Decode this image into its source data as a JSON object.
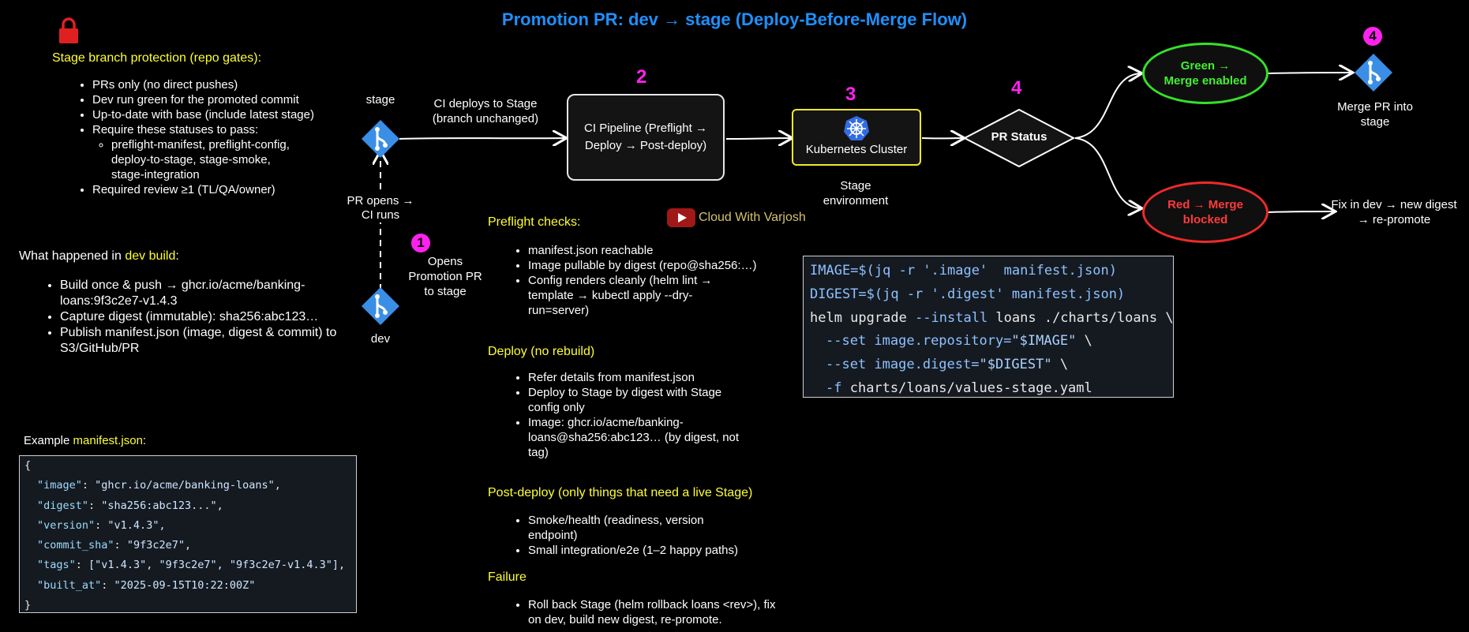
{
  "title": "Promotion PR: dev → stage (Deploy-Before-Merge Flow)",
  "protection": {
    "icon": "lock-icon",
    "heading": "Stage branch protection (repo gates):",
    "items": [
      "PRs only (no direct pushes)",
      "Dev run green for the promoted commit",
      "Up-to-date with base (include latest stage)",
      "Require these statuses to pass:",
      "Required review ≥1 (TL/QA/owner)"
    ],
    "statuses": "preflight-manifest, preflight-config, deploy-to-stage, stage-smoke, stage-integration"
  },
  "dev_build": {
    "heading_prefix": "What happened in ",
    "heading_highlight": "dev build",
    "heading_suffix": ":",
    "items": [
      "Build once & push → ghcr.io/acme/banking-loans:9f3c2e7-v1.4.3",
      "Capture digest (immutable): sha256:abc123…",
      "Publish manifest.json (image, digest & commit) to S3/GitHub/PR"
    ]
  },
  "manifest_example": {
    "label_prefix": "Example ",
    "label_highlight": "manifest.json",
    "label_suffix": ":",
    "open": "{",
    "close": "}",
    "fields": [
      {
        "key": "\"image\"",
        "value": "\"ghcr.io/acme/banking-loans\","
      },
      {
        "key": "\"digest\"",
        "value": "\"sha256:abc123...\","
      },
      {
        "key": "\"version\"",
        "value": "\"v1.4.3\","
      },
      {
        "key": "\"commit_sha\"",
        "value": "\"9f3c2e7\","
      },
      {
        "key": "\"tags\"",
        "value": "[\"v1.4.3\", \"9f3c2e7\", \"9f3c2e7-v1.4.3\"],"
      },
      {
        "key": "\"built_at\"",
        "value": "\"2025-09-15T10:22:00Z\""
      }
    ]
  },
  "flow": {
    "stage_label": "stage",
    "dev_label": "dev",
    "pr_opens": "PR opens → CI runs",
    "step1_num": "1",
    "step1_label": "Opens Promotion PR to stage",
    "ci_deploys": "CI deploys to Stage (branch unchanged)",
    "step2_num": "2",
    "pipeline": "CI Pipeline (Preflight → Deploy → Post-deploy)",
    "step3_num": "3",
    "cluster": "Kubernetes Cluster",
    "cluster_icon": "kubernetes-helm-icon",
    "stage_env": "Stage environment",
    "step4_num": "4",
    "pr_status": "PR Status",
    "green": "Green → Merge enabled",
    "red": "Red → Merge blocked",
    "step4b_num": "4",
    "merge_label": "Merge PR into stage",
    "fix_label": "Fix in dev → new digest → re-promote",
    "watermark": "Cloud With Varjosh",
    "node_icon": "git-merge-icon"
  },
  "preflight": {
    "heading": "Preflight checks:",
    "items": [
      "manifest.json reachable",
      "Image pullable by digest (repo@sha256:…)",
      "Config renders cleanly (helm lint → template → kubectl apply --dry-run=server)"
    ]
  },
  "deploy": {
    "heading": "Deploy (no rebuild)",
    "items": [
      "Refer details from manifest.json",
      "Deploy to Stage by digest with Stage config only",
      "Image: ghcr.io/acme/banking-loans@sha256:abc123… (by digest, not tag)"
    ]
  },
  "postdeploy": {
    "heading": "Post-deploy (only things that need a live Stage)",
    "items": [
      "Smoke/health (readiness, version endpoint)",
      "Small integration/e2e (1–2 happy paths)"
    ]
  },
  "failure": {
    "heading": "Failure",
    "items": [
      "Roll back Stage (helm rollback loans <rev>), fix on dev, build new digest, re-promote."
    ]
  },
  "commands": {
    "l1_var": "IMAGE=$(jq -r '.image'",
    "l1_rest": "  manifest.json)",
    "l2_var": "DIGEST=$(jq -r '.digest'",
    "l2_rest": " manifest.json)",
    "l3_a": "helm upgrade ",
    "l3_flag": "--install",
    "l3_b": " loans ./charts/loans \\",
    "l4_flag": "--set",
    "l4_a": " image.repository=",
    "l4_str": "\"$IMAGE\"",
    "l4_b": " \\",
    "l5_flag": "--set",
    "l5_a": " image.digest=",
    "l5_str": "\"$DIGEST\"",
    "l5_b": " \\",
    "l6_flag": "-f",
    "l6_a": " charts/loans/values-stage.yaml"
  }
}
